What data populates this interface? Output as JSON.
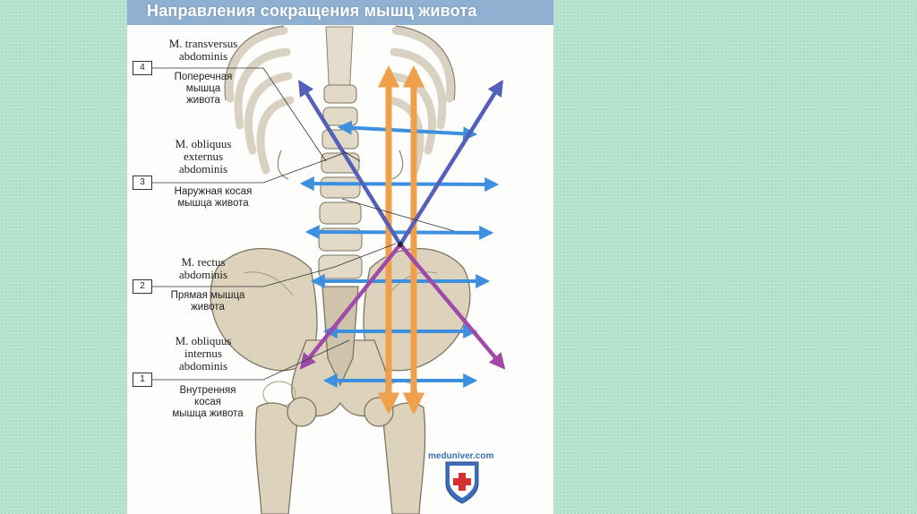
{
  "title": "Направления сокращения мышц живота",
  "labels": [
    {
      "num": "4",
      "latin": [
        "M. transversus",
        "abdominis"
      ],
      "russian": [
        "Поперечная",
        "мышца",
        "живота"
      ]
    },
    {
      "num": "3",
      "latin": [
        "M. obliquus",
        "externus",
        "abdominis"
      ],
      "russian": [
        "Наружная косая",
        "мышца живота"
      ]
    },
    {
      "num": "2",
      "latin": [
        "M. rectus",
        "abdominis"
      ],
      "russian": [
        "Прямая мышца",
        "живота"
      ]
    },
    {
      "num": "1",
      "latin": [
        "M. obliquus",
        "internus",
        "abdominis"
      ],
      "russian": [
        "Внутренняя",
        "косая",
        "мышца живота"
      ]
    }
  ],
  "watermark": "meduniver.com",
  "colors": {
    "transverse_arrows": "#3d8fe0",
    "rectus_arrows": "#f0a04b",
    "external_oblique_arrows": "#5560b8",
    "internal_oblique_arrows": "#a04aa8",
    "title_bar": "#8fb0d0",
    "background": "#b9e4d2"
  }
}
